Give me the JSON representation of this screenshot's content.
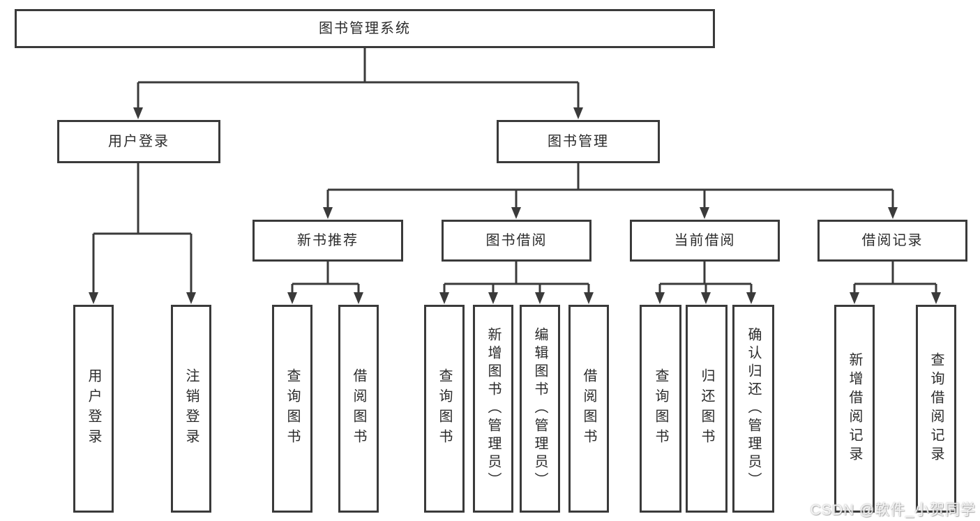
{
  "diagram": {
    "type": "hierarchy-tree",
    "title": "图书管理系统",
    "hierarchy": {
      "图书管理系统": {
        "用户登录": [
          "用户登录",
          "注销登录"
        ],
        "图书管理": {
          "新书推荐": [
            "查询图书",
            "借阅图书"
          ],
          "图书借阅": [
            "查询图书",
            "新增图书（管理员）",
            "编辑图书（管理员）",
            "借阅图书"
          ],
          "当前借阅": [
            "查询图书",
            "归还图书",
            "确认归还（管理员）"
          ],
          "借阅记录": [
            "新增借阅记录",
            "查询借阅记录"
          ]
        }
      }
    }
  },
  "nodes": {
    "root": "图书管理系统",
    "user_login_group": "用户登录",
    "book_mgmt": "图书管理",
    "user_login": "用户登录",
    "logout": "注销登录",
    "new_book_rec": "新书推荐",
    "book_borrow": "图书借阅",
    "current_borrow": "当前借阅",
    "borrow_records": "借阅记录",
    "nb_query_book": "查询图书",
    "nb_borrow_book": "借阅图书",
    "bb_query_book": "查询图书",
    "bb_add_book": "新增图书（管理员）",
    "bb_edit_book": "编辑图书（管理员）",
    "bb_borrow_book": "借阅图书",
    "cb_query_book": "查询图书",
    "cb_return_book": "归还图书",
    "cb_confirm_return": "确认归还（管理员）",
    "br_add_record": "新增借阅记录",
    "br_query_record": "查询借阅记录"
  },
  "watermark": {
    "text": "CSDN @软件_小贺同学"
  },
  "colors": {
    "line": "#3a3a3a",
    "box_fill": "#ffffff",
    "text": "#2b2b2b"
  }
}
